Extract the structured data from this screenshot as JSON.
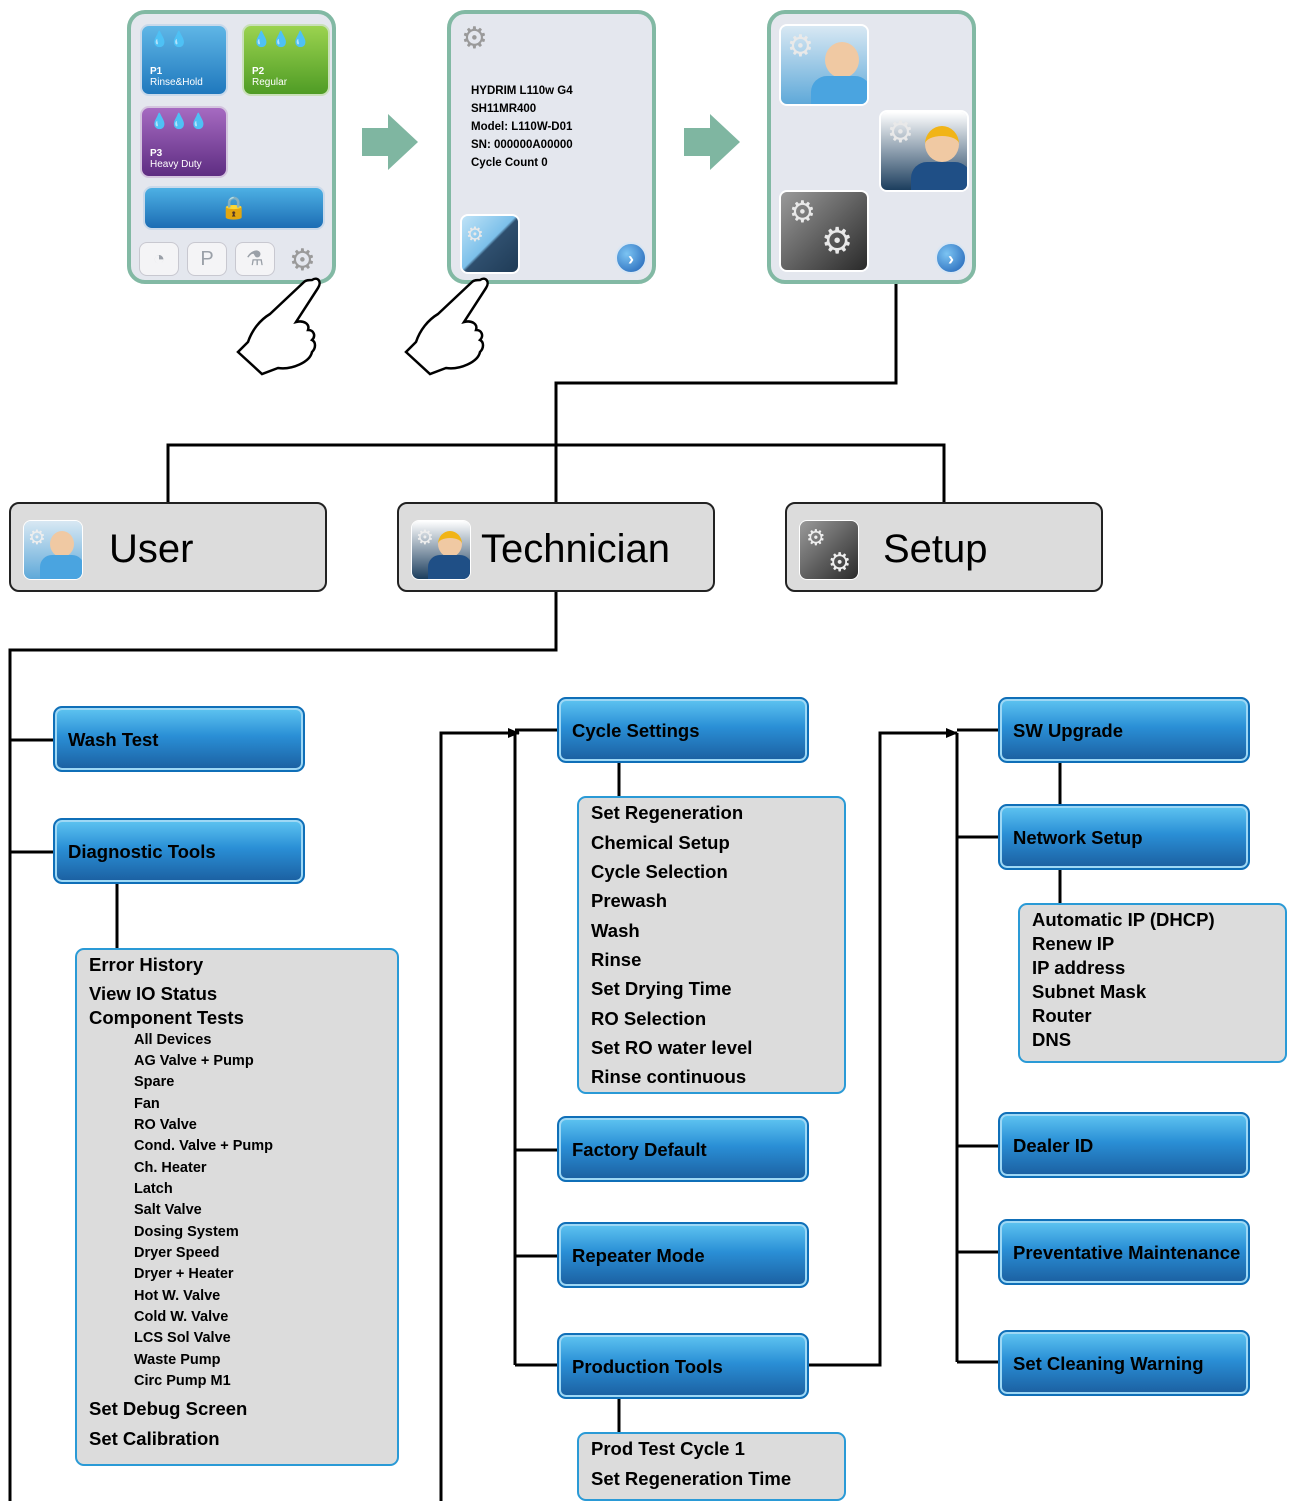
{
  "screen1": {
    "tiles": [
      {
        "prefix": "P1",
        "label": "Rinse&Hold",
        "color": "#2f93d3"
      },
      {
        "prefix": "P2",
        "label": "Regular",
        "color": "#72b83a"
      },
      {
        "prefix": "P3",
        "label": "Heavy Duty",
        "color": "#7b3f9e"
      }
    ],
    "bottom_icons": [
      "clock-icon",
      "service-icon",
      "bottles-icon",
      "gear-icon"
    ],
    "mini_text": "P"
  },
  "screen2": {
    "info_lines": [
      "HYDRIM L110w G4",
      "SH11MR400",
      "Model: L110W-D01",
      "SN: 000000A00000",
      "Cycle Count 0"
    ]
  },
  "screen3": {
    "role_icons": [
      "user-icon",
      "technician-icon",
      "setup-icon"
    ]
  },
  "roles": {
    "user": "User",
    "technician": "Technician",
    "setup": "Setup"
  },
  "technician": {
    "wash_test": "Wash Test",
    "diagnostic_tools": "Diagnostic Tools",
    "diagnostic_items": [
      "Error History",
      "View IO Status",
      "Component Tests"
    ],
    "component_tests": [
      "All Devices",
      "AG  Valve + Pump",
      "Spare",
      "Fan",
      "RO Valve",
      "Cond. Valve + Pump",
      "Ch. Heater",
      "Latch",
      "Salt Valve",
      "Dosing System",
      "Dryer Speed",
      "Dryer + Heater",
      "Hot W. Valve",
      "Cold W. Valve",
      "LCS Sol Valve",
      "Waste Pump",
      "Circ Pump M1"
    ],
    "diagnostic_items_after": [
      "Set Debug Screen",
      "Set Calibration"
    ],
    "cycle_settings": "Cycle Settings",
    "cycle_items": [
      "Set Regeneration",
      "Chemical Setup",
      "Cycle Selection",
      "Prewash",
      "Wash",
      "Rinse",
      "Set Drying Time",
      "RO Selection",
      "Set RO water level",
      "Rinse continuous"
    ],
    "factory_default": "Factory Default",
    "repeater_mode": "Repeater Mode",
    "production_tools": "Production Tools",
    "production_items": [
      "Prod Test Cycle 1",
      "Set  Regeneration Time"
    ],
    "sw_upgrade": "SW Upgrade",
    "network_setup": "Network Setup",
    "network_items": [
      "Automatic IP (DHCP)",
      "Renew IP",
      "IP address",
      "Subnet Mask",
      "Router",
      "DNS"
    ],
    "dealer_id": "Dealer ID",
    "preventative_maintenance": "Preventative Maintenance",
    "set_cleaning_warning": "Set Cleaning Warning"
  },
  "colors": {
    "screen_border": "#82b9a4",
    "flow_arrow": "#7fb6a1",
    "button_blue": "#2a8fd6",
    "list_border": "#2a9ad6",
    "box_fill": "#dcdcdc"
  }
}
